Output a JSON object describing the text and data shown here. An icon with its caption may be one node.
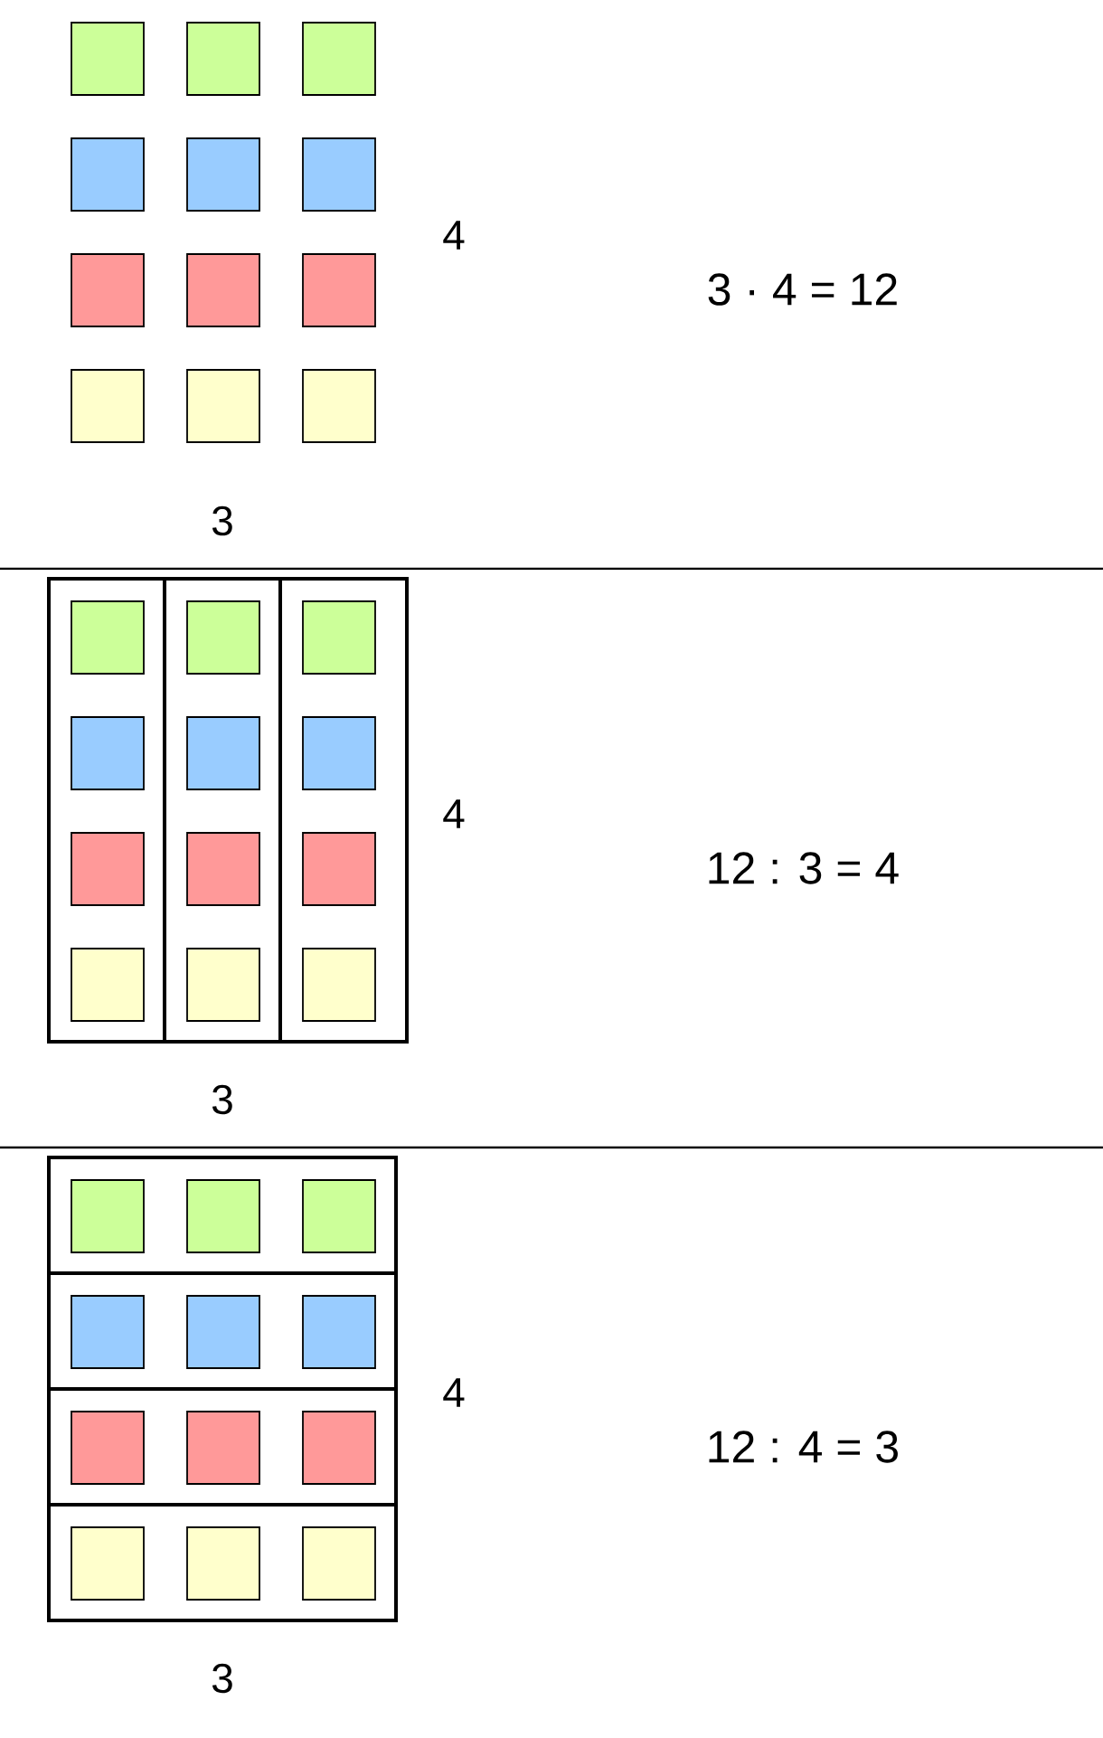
{
  "diagram": {
    "labels": [
      "4",
      "3 · 4 = 12",
      "3",
      "4",
      "12 : 3 = 4",
      "3",
      "4",
      "12 : 4 = 3",
      "3"
    ]
  }
}
